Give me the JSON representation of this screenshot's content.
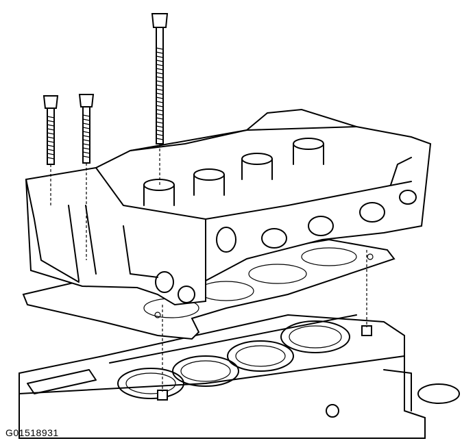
{
  "figure": {
    "id_label": "G01518931",
    "parts": [
      "cylinder-head-bolt",
      "cylinder-head",
      "cylinder-head-gasket",
      "engine-block"
    ]
  }
}
